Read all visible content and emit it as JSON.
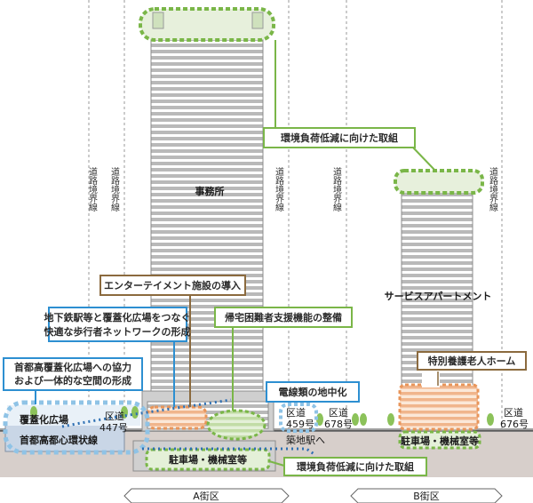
{
  "colors": {
    "green": "#7ab648",
    "blue": "#2d8fd1",
    "orange": "#e8955a",
    "brown": "#8b6a3e",
    "ground": "#d7cfcb",
    "building": "#b8b8b8"
  },
  "road_boundary_label": "道路境界線",
  "towers": {
    "a": "事務所",
    "b": "サービスアパートメント"
  },
  "callouts": {
    "env_top": "環境負荷低減に向けた取組",
    "entertainment": "エンターテイメント施設の導入",
    "subway_network_1": "地下鉄駅等と覆蓋化広場をつなぐ",
    "subway_network_2": "快適な歩行者ネットワークの形成",
    "returnees": "帰宅困難者支援機能の整備",
    "expressway_1": "首都高覆蓋化広場への協力",
    "expressway_2": "および一体的な空間の形成",
    "underground_lines": "電線類の地中化",
    "elderly_home": "特別養護老人ホーム",
    "env_bottom": "環境負荷低減に向けた取組"
  },
  "labels": {
    "plaza": "覆蓋化広場",
    "expressway": "首都高都心環状線",
    "road_447_a": "区道",
    "road_447_b": "447号",
    "road_459_a": "区道",
    "road_459_b": "459号",
    "road_678_a": "区道",
    "road_678_b": "678号",
    "road_676_a": "区道",
    "road_676_b": "676号",
    "tsukiji": "築地駅へ",
    "parking_a": "駐車場・機械室等",
    "parking_b": "駐車場・機械室等"
  },
  "districts": {
    "a": "A街区",
    "b": "B街区"
  }
}
